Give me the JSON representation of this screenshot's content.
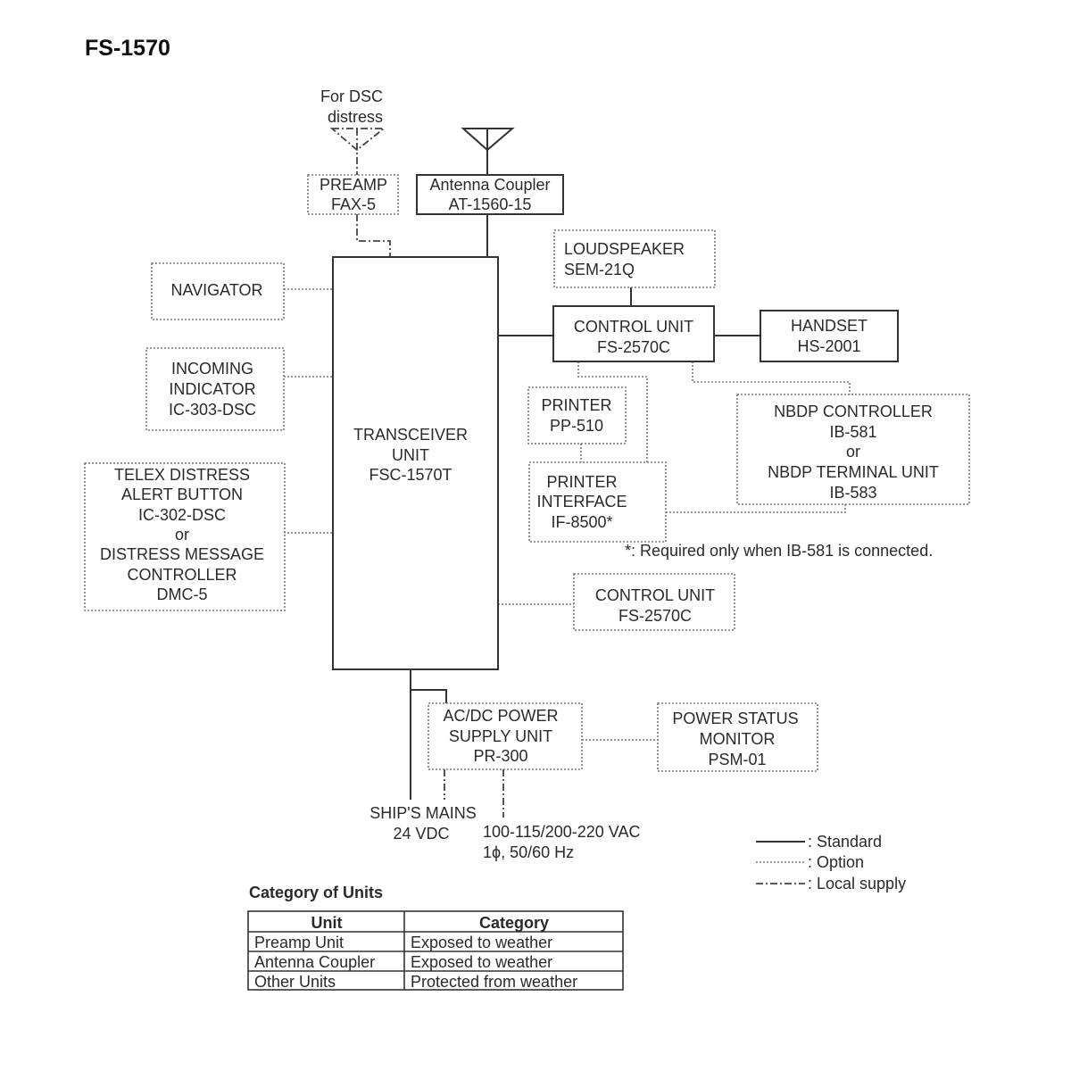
{
  "title": "FS-1570",
  "antennas": {
    "dsc_label": [
      "For DSC",
      "distress"
    ]
  },
  "units": {
    "preamp": [
      "PREAMP",
      "FAX-5"
    ],
    "coupler": [
      "Antenna Coupler",
      "AT-1560-15"
    ],
    "navigator": [
      "NAVIGATOR"
    ],
    "incoming": [
      "INCOMING",
      "INDICATOR",
      "IC-303-DSC"
    ],
    "telex": [
      "TELEX DISTRESS",
      "ALERT BUTTON",
      "IC-302-DSC",
      "or",
      "DISTRESS MESSAGE",
      "CONTROLLER",
      "DMC-5"
    ],
    "transceiver": [
      "TRANSCEIVER",
      "UNIT",
      "FSC-1570T"
    ],
    "loudspeaker": [
      "LOUDSPEAKER",
      "SEM-21Q"
    ],
    "control1": [
      "CONTROL UNIT",
      "FS-2570C"
    ],
    "handset": [
      "HANDSET",
      "HS-2001"
    ],
    "printer": [
      "PRINTER",
      "PP-510"
    ],
    "printer_if": [
      "PRINTER",
      "INTERFACE",
      "IF-8500*"
    ],
    "nbdp": [
      "NBDP CONTROLLER",
      "IB-581",
      "or",
      "NBDP TERMINAL UNIT",
      "IB-583"
    ],
    "control2": [
      "CONTROL UNIT",
      "FS-2570C"
    ],
    "psu": [
      "AC/DC POWER",
      "SUPPLY UNIT",
      "PR-300"
    ],
    "psm": [
      "POWER STATUS",
      "MONITOR",
      "PSM-01"
    ]
  },
  "notes": {
    "footnote": "*: Required only when IB-581 is connected.",
    "ships_mains": [
      "SHIP'S MAINS",
      "24 VDC"
    ],
    "ac_supply": [
      "100-115/200-220 VAC",
      "1ϕ, 50/60 Hz"
    ]
  },
  "legend": {
    "standard": ": Standard",
    "option": ": Option",
    "local": ": Local supply"
  },
  "category_table": {
    "title": "Category of Units",
    "headers": [
      "Unit",
      "Category"
    ],
    "rows": [
      [
        "Preamp Unit",
        "Exposed to weather"
      ],
      [
        "Antenna Coupler",
        "Exposed to weather"
      ],
      [
        "Other Units",
        "Protected from weather"
      ]
    ]
  }
}
